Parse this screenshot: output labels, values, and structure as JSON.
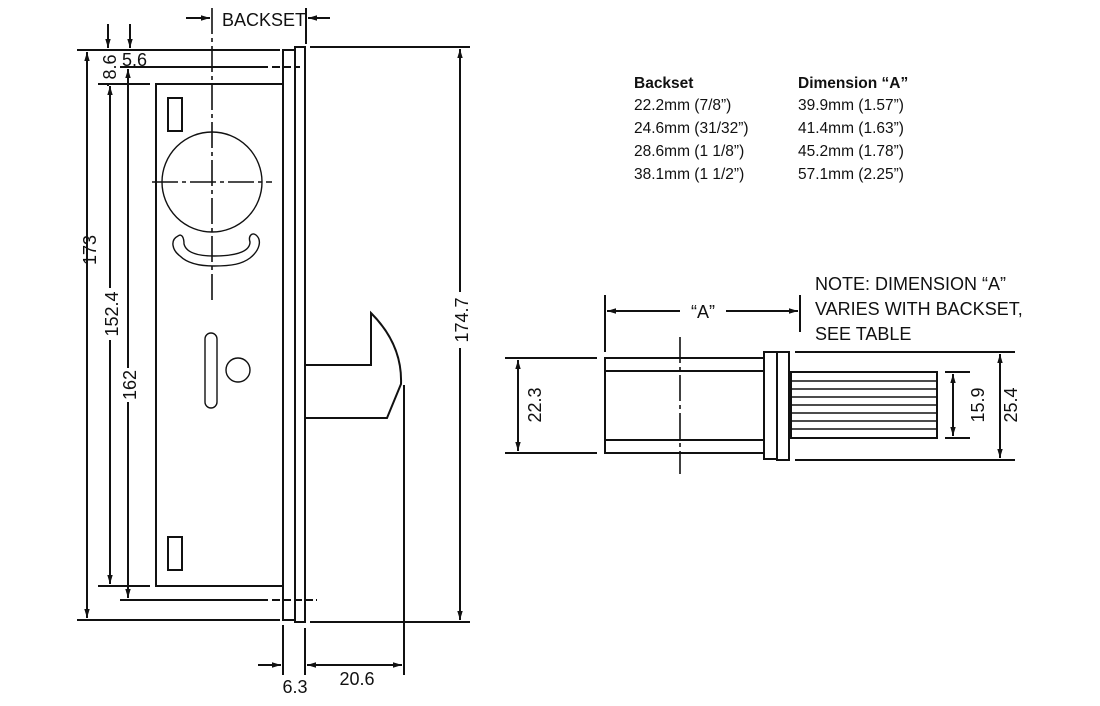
{
  "lock_view": {
    "backset_label": "BACKSET",
    "dims": {
      "d173": "173",
      "d152_4": "152.4",
      "d162": "162",
      "d8_6": "8.6",
      "d5_6": "5.6",
      "d174_7": "174.7",
      "d6_3": "6.3",
      "d20_6": "20.6"
    }
  },
  "table": {
    "headers": [
      "Backset",
      "Dimension “A”"
    ],
    "rows": [
      [
        "22.2mm (7/8”)",
        "39.9mm (1.57”)"
      ],
      [
        "24.6mm (31/32”)",
        "41.4mm (1.63”)"
      ],
      [
        "28.6mm (1 1/8”)",
        "45.2mm (1.78”)"
      ],
      [
        "38.1mm (1 1/2”)",
        "57.1mm (2.25”)"
      ]
    ]
  },
  "cylinder_view": {
    "a_label": "“A”",
    "note": [
      "NOTE: DIMENSION “A”",
      "VARIES WITH BACKSET,",
      "SEE TABLE"
    ],
    "dims": {
      "d22_3": "22.3",
      "d15_9": "15.9",
      "d25_4": "25.4"
    }
  }
}
